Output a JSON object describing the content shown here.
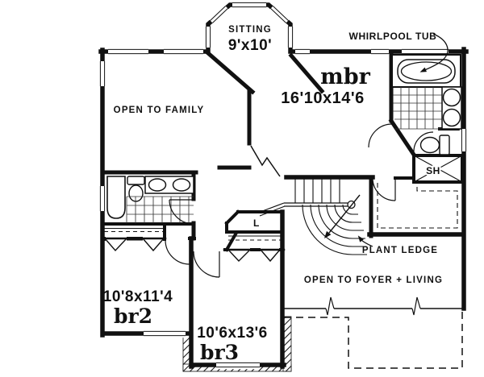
{
  "plan_type": "second-floor-plan",
  "colors": {
    "ink": "#111111",
    "paper": "#ffffff"
  },
  "rooms": [
    {
      "id": "sitting",
      "name": "SITTING",
      "dims": "9'x10'"
    },
    {
      "id": "mbr",
      "name": "mbr",
      "dims": "16'10x14'6"
    },
    {
      "id": "br2",
      "name": "br2",
      "dims": "10'8x11'4"
    },
    {
      "id": "br3",
      "name": "br3",
      "dims": "10'6x13'6"
    }
  ],
  "annotations": {
    "whirlpool_tub": "WHIRLPOOL TUB",
    "open_to_family": "OPEN TO FAMILY",
    "open_to_foyer_living": "OPEN TO FOYER + LIVING",
    "plant_ledge": "PLANT LEDGE",
    "shower": "SH",
    "linen_closet": "L"
  }
}
